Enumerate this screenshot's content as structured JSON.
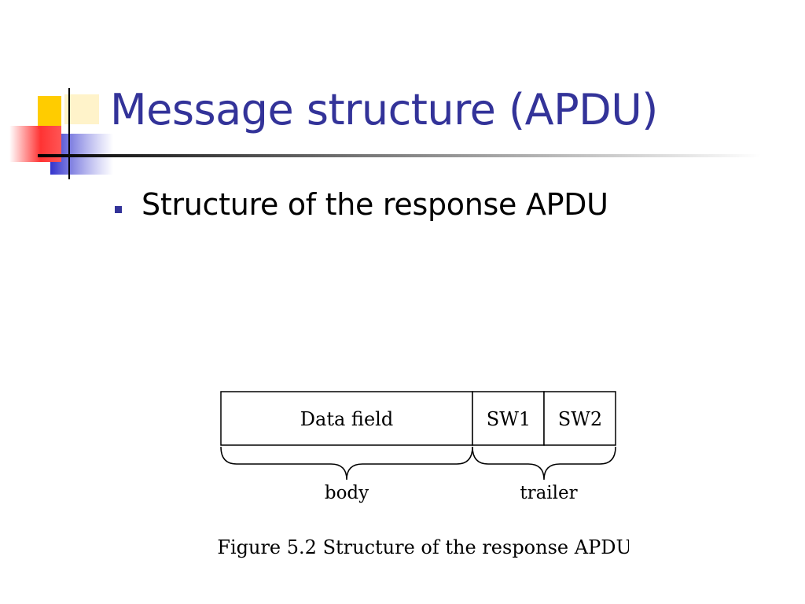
{
  "slide": {
    "title": "Message structure (APDU)",
    "bullets": [
      {
        "text": "Structure of the response APDU"
      }
    ]
  },
  "diagram": {
    "cells": {
      "data_field": "Data field",
      "sw1": "SW1",
      "sw2": "SW2"
    },
    "braces": {
      "body": "body",
      "trailer": "trailer"
    },
    "caption": "Figure 5.2 Structure of the response APDU"
  },
  "colors": {
    "title": "#333399",
    "bullet": "#333399",
    "deco_yellow": "#ffcc00",
    "deco_blue": "#3333cc",
    "deco_red": "#ff3333"
  }
}
